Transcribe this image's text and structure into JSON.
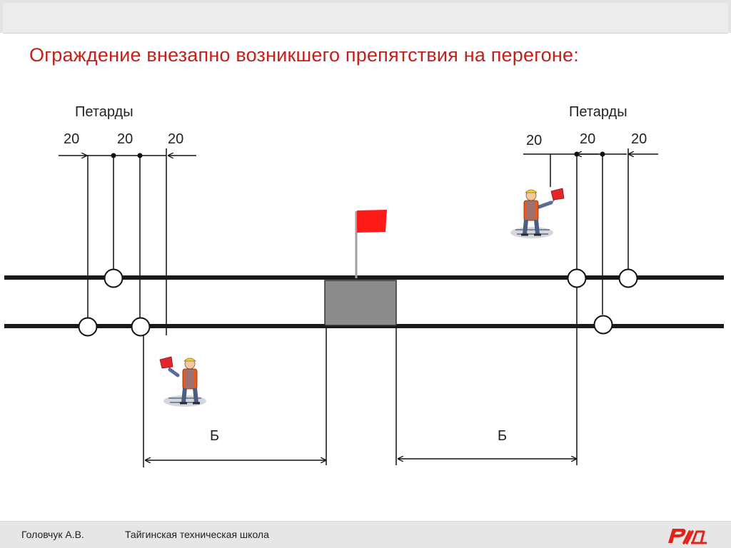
{
  "title": "Ограждение внезапно возникшего препятствия на перегоне:",
  "petards_label_left": "Петарды",
  "petards_label_right": "Петарды",
  "distance_labels_left": [
    "20",
    "20",
    "20"
  ],
  "distance_labels_right": [
    "20",
    "20",
    "20"
  ],
  "dimension_label_left": "Б",
  "dimension_label_right": "Б",
  "footer": {
    "author": "Головчук А.В.",
    "school": "Тайгинская техническая школа",
    "logo_text": "РЖД"
  },
  "colors": {
    "title": "#c0211b",
    "flag": "#ff1a1a",
    "obstacle": "#8c8c8c",
    "track": "#1a1a1a",
    "logo": "#e2231a"
  }
}
